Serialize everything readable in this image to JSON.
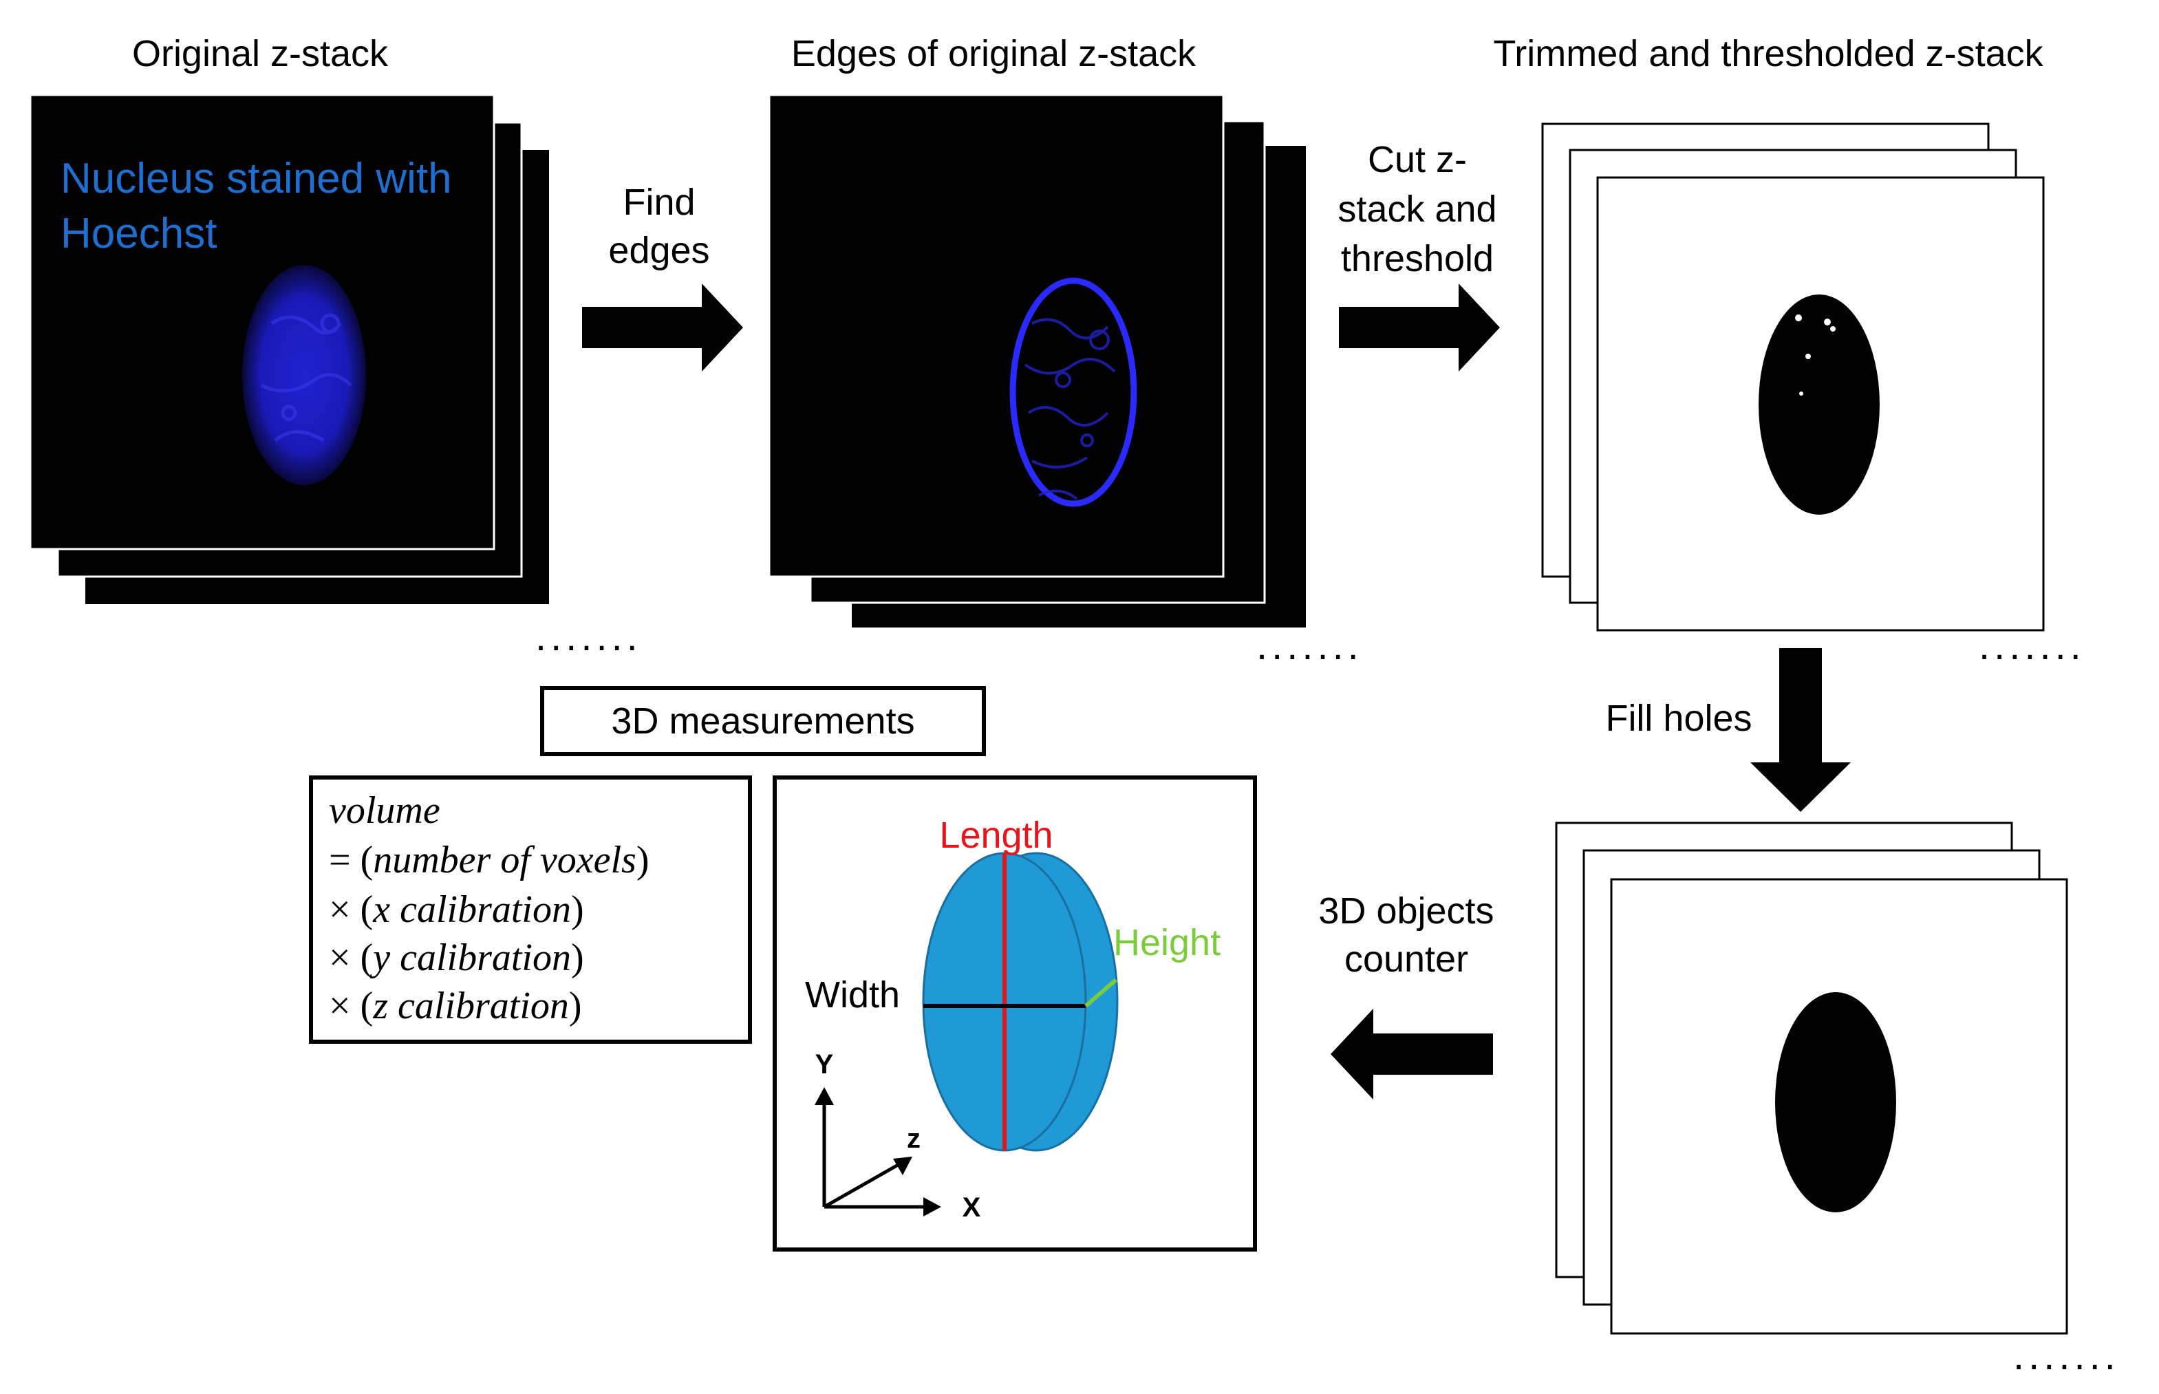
{
  "stages": {
    "original_title": "Original z-stack",
    "nucleus_label_line1": "Nucleus stained with",
    "nucleus_label_line2": "Hoechst",
    "edges_title": "Edges of original z-stack",
    "trimmed_title": "Trimmed and thresholded z-stack"
  },
  "steps": {
    "find_edges_line1": "Find",
    "find_edges_line2": "edges",
    "cut_line1": "Cut z-",
    "cut_line2": "stack and",
    "cut_line3": "threshold",
    "fill_holes": "Fill holes",
    "counter_line1": "3D objects",
    "counter_line2": "counter"
  },
  "ellipsis": ".......",
  "measurements": {
    "title": "3D measurements",
    "formula": {
      "line1": "volume",
      "line2_op": "= (",
      "line2_text": "number of voxels",
      "line2_close": ")",
      "line3_op": "× (",
      "line3_text": "x calibration",
      "line3_close": ")",
      "line4_op": "× (",
      "line4_text": "y calibration",
      "line4_close": ")",
      "line5_op": "× (",
      "line5_text": "z calibration",
      "line5_close": ")"
    },
    "ellipsoid": {
      "length_label": "Length",
      "width_label": "Width",
      "height_label": "Height"
    },
    "axes": {
      "y": "Y",
      "z": "z",
      "x": "X"
    }
  },
  "colors": {
    "nucleus_text": "#1f6fd0",
    "nucleus_fill": "#1a1ad8",
    "edge_stroke": "#2a2aff",
    "ellipsoid_fill": "#1f9ad6",
    "length": "#e8141c",
    "height": "#7acc3c",
    "width": "#000000"
  }
}
